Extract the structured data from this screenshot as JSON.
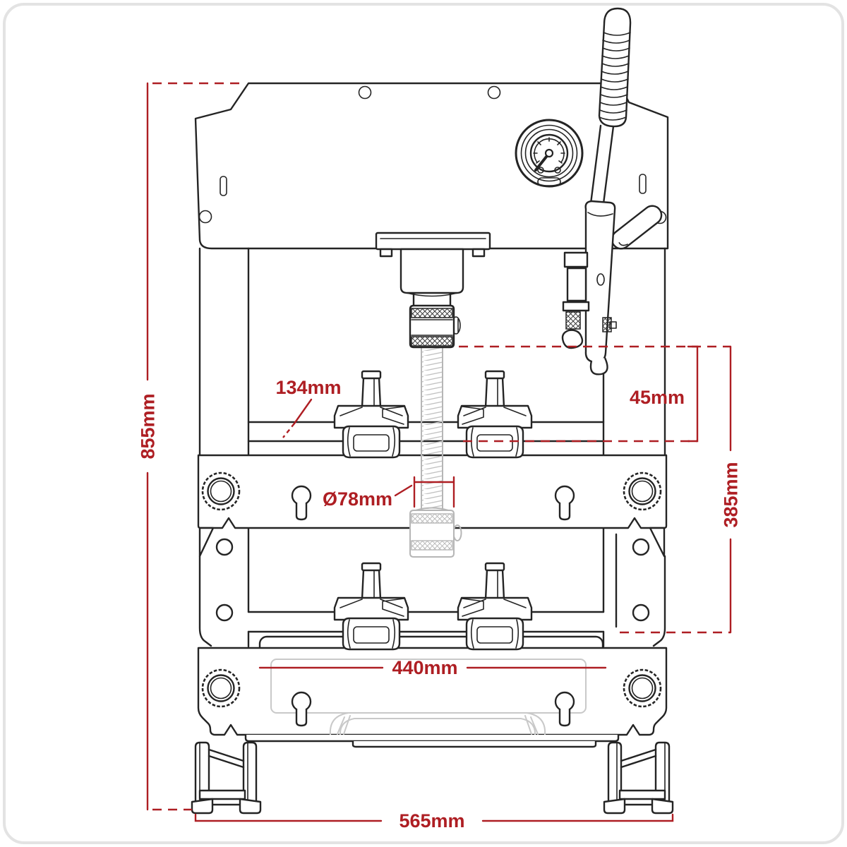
{
  "card": {
    "background": "#ffffff",
    "border_color": "#e3e3e3"
  },
  "drawing": {
    "subject": "Hydraulic bench press with pressure gauge, pump handle and press pins — dimensioned technical line drawing",
    "line_color": "#242424",
    "phantom_line_color": "#b6b6b6",
    "recess_line_color": "#c9c9c9",
    "dimension_color": "#ae1e23"
  },
  "dimensions": {
    "overall_height": "855mm",
    "ram_to_beam": "134mm",
    "ram_stroke": "45mm",
    "working_height": "385mm",
    "ram_diameter": "Ø78mm",
    "internal_width": "440mm",
    "overall_width": "565mm"
  }
}
